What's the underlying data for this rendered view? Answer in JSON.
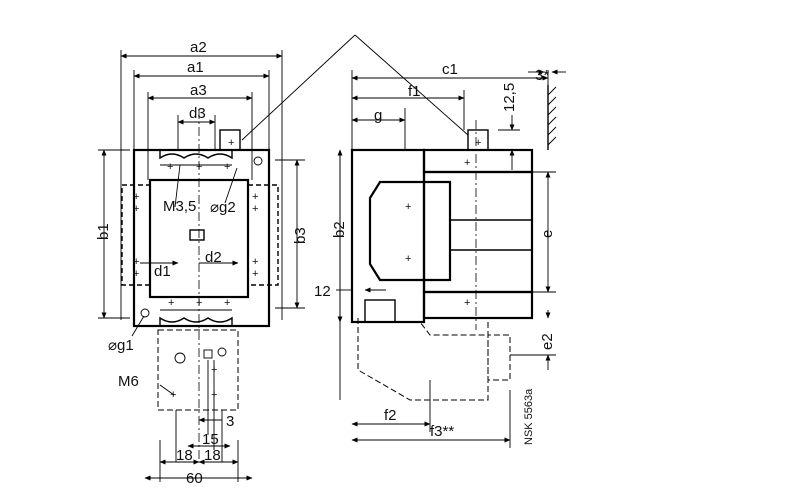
{
  "labels": {
    "a2": "a2",
    "a1": "a1",
    "a3": "a3",
    "d3": "d3",
    "m35": "M3,5",
    "g2": "⌀g2",
    "b1": "b1",
    "b3": "b3",
    "d1": "d1",
    "d2": "d2",
    "g1": "⌀g1",
    "m6": "M6",
    "dim3": "3",
    "dim15": "15",
    "dim18a": "18",
    "dim18b": "18",
    "dim60": "60",
    "c1": "c1",
    "sup3": "3*",
    "f1": "f1",
    "g": "g",
    "dim125": "12,5",
    "b2": "b2",
    "e": "e",
    "dim12": "12",
    "e2": "e2",
    "f2": "f2",
    "f3": "f3**",
    "ref": "NSK 5563a"
  },
  "colors": {
    "line": "#000000",
    "background": "#ffffff"
  }
}
